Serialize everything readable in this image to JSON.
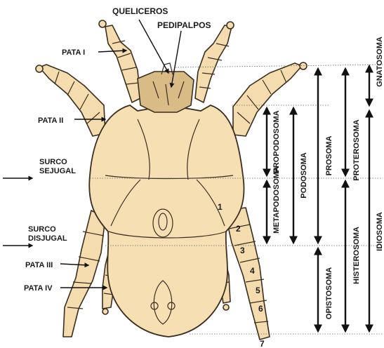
{
  "labels": {
    "queliceros": "QUELICEROS",
    "pedipalpos": "PEDIPALPOS",
    "pata_i": "PATA I",
    "pata_ii": "PATA II",
    "surco_sejugal_1": "SURCO",
    "surco_sejugal_2": "SEJUGAL",
    "surco_disjugal_1": "SURCO",
    "surco_disjugal_2": "DISJUGAL",
    "pata_iii": "PATA III",
    "pata_iv": "PATA IV"
  },
  "segment_numbers": [
    "1",
    "2",
    "3",
    "4",
    "5",
    "6",
    "7"
  ],
  "regions": {
    "propodosoma": "PROPODOSOMA",
    "metapodosoma": "METAPODOSOMA",
    "podosoma": "PODOSOMA",
    "prosoma": "PROSOMA",
    "proterosoma": "PROTEROSOMA",
    "gnatosoma": "GNATOSOMA",
    "histerosoma": "HISTEROSOMA",
    "opistosoma": "OPISTOSOMA",
    "idiosoma": "IDIOSOMA"
  },
  "colors": {
    "body_fill": "#f6dfb2",
    "leg_fill": "#f4dcae",
    "gnathosoma_fill": "#d9bb86",
    "outline": "#3a2e20"
  }
}
